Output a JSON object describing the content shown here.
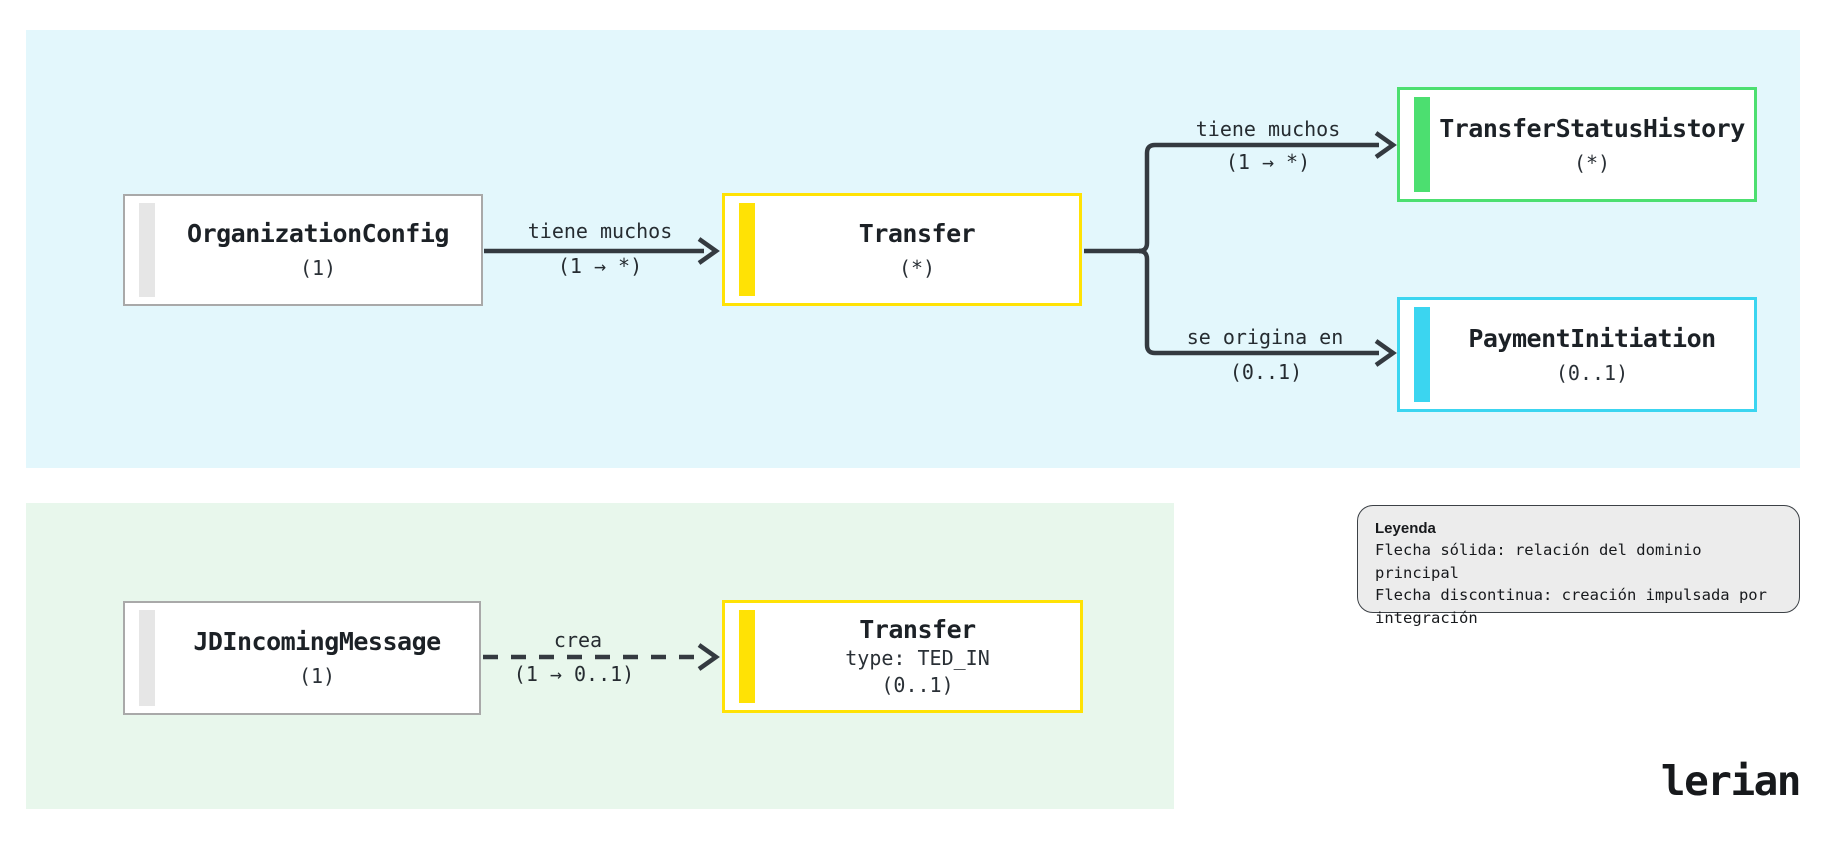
{
  "entities": [
    {
      "name": "OrganizationConfig",
      "cardinality": "(1)"
    },
    {
      "name": "Transfer",
      "cardinality": "(*)"
    },
    {
      "name": "TransferStatusHistory",
      "cardinality": "(*)"
    },
    {
      "name": "PaymentInitiation",
      "cardinality": "(0..1)"
    },
    {
      "name": "JDIncomingMessage",
      "cardinality": "(1)"
    },
    {
      "name": "Transfer",
      "attribute": "type: TED_IN",
      "cardinality": "(0..1)"
    }
  ],
  "relations": [
    {
      "label": "tiene muchos",
      "cardinality": "(1 → *)",
      "style": "solid"
    },
    {
      "label": "tiene muchos",
      "cardinality": "(1 → *)",
      "style": "solid"
    },
    {
      "label": "se origina en",
      "cardinality": "(0..1)",
      "style": "solid"
    },
    {
      "label": "crea",
      "cardinality": "(1 → 0..1)",
      "style": "dashed"
    }
  ],
  "legend": {
    "title": "Leyenda",
    "lines": [
      "Flecha sólida: relación del dominio principal",
      "Flecha discontinua: creación impulsada por integración"
    ]
  },
  "branding": {
    "logo_text": "lerian"
  },
  "colors": {
    "canvas-bg": "#ffffff",
    "region-main-bg": "#e3f7fc",
    "region-integration-bg": "#e8f7ec",
    "accent-yellow": "#ffe205",
    "accent-green": "#4cdf70",
    "accent-cyan": "#3bd5f0",
    "entity-border-gray": "#a9a9a9",
    "entity-bar-gray": "#e6e6e6",
    "line": "#343a40",
    "text": "#21262b",
    "legend-bg": "#ececec"
  }
}
